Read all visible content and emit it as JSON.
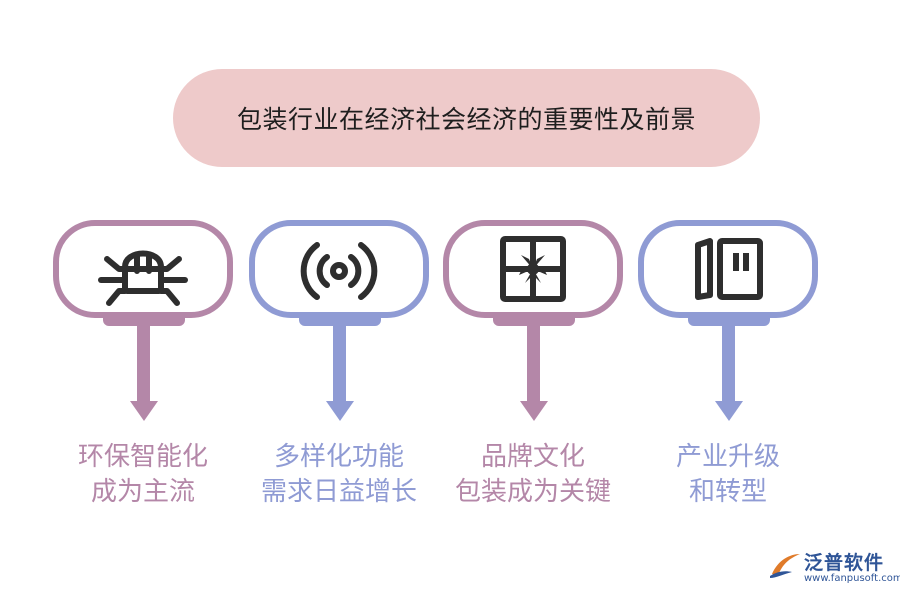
{
  "title": "包装行业在经济社会经济的重要性及前景",
  "colors": {
    "mauve": "#b487a8",
    "periwinkle": "#8f9bd4",
    "title_bg": "#eecaca",
    "label_mauve": "#b487a8",
    "label_periwinkle": "#8f9bd4"
  },
  "items": [
    {
      "icon": "bug-icon",
      "line1": "环保智能化",
      "line2": "成为主流"
    },
    {
      "icon": "signal-icon",
      "line1": "多样化功能",
      "line2": "需求日益增长"
    },
    {
      "icon": "gift-box-icon",
      "line1": "品牌文化",
      "line2": "包装成为关键"
    },
    {
      "icon": "columns-icon",
      "line1": "产业升级",
      "line2": "和转型"
    }
  ],
  "logo": {
    "name": "泛普软件",
    "url": "www.fanpusoft.com"
  }
}
